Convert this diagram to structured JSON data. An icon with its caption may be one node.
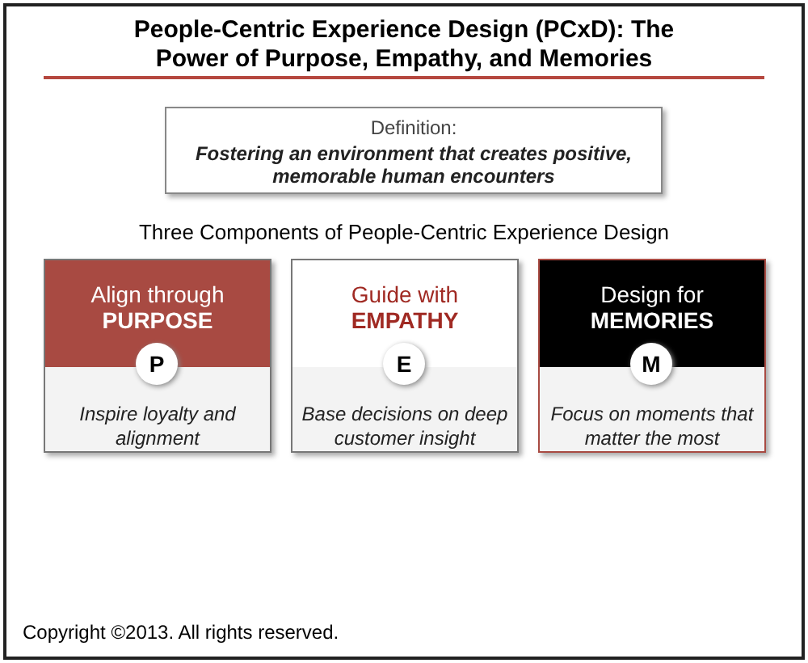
{
  "diagram": {
    "title": "People-Centric Experience Design (PCxD): The Power of Purpose, Empathy, and Memories",
    "nodes": [
      {
        "text": [
          "Definition:",
          "Fostering an environment that creates positive, memorable human encounters"
        ]
      },
      {
        "text": [
          "Align through **PURPOSE**",
          "Inspire loyalty and alignment"
        ]
      },
      {
        "text": [
          "P"
        ],
        "in": 1
      },
      {
        "text": [
          "Guide with **EMPATHY**",
          "Base decisions on deep customer insight"
        ]
      },
      {
        "text": [
          "E"
        ],
        "in": 3
      },
      {
        "text": [
          "Design for **MEMORIES**",
          "Focus on moments that matter the most"
        ]
      },
      {
        "text": [
          "M"
        ],
        "in": 5
      }
    ],
    "labels": [
      "Three Components of People-Centric Experience Design",
      "Copyright ©2013. All rights reserved."
    ]
  }
}
